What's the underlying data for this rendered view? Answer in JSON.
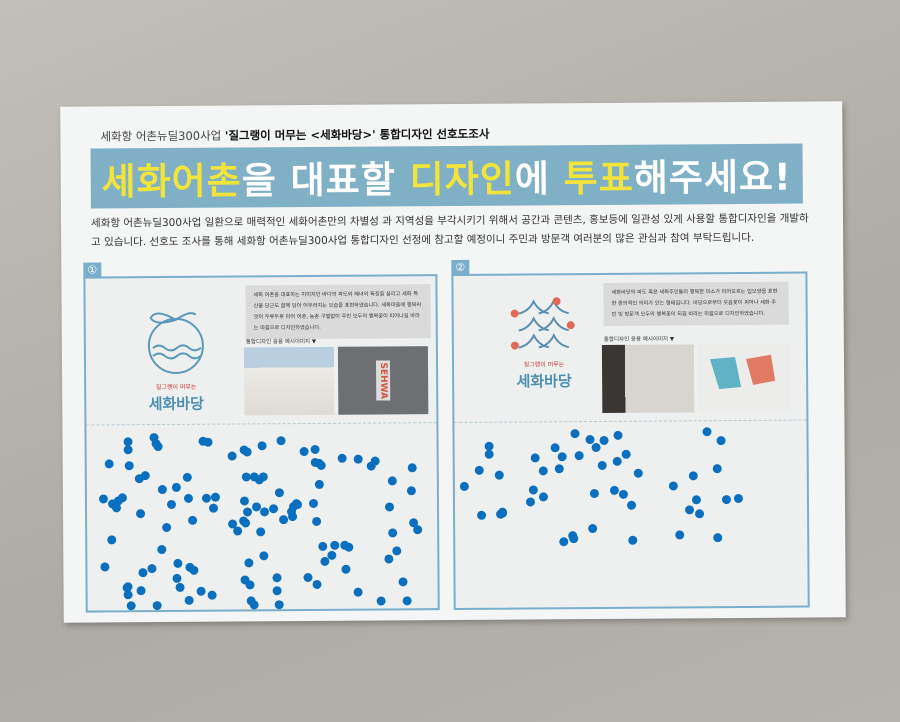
{
  "header": {
    "subtitle_prefix": "세화항 어촌뉴딜300사업",
    "subtitle_bold": "'질그랭이 머무는 <세화바당>' 통합디자인 선호도조사"
  },
  "banner": {
    "part1": "세화어촌",
    "part2": "을 대표할 ",
    "part3": "디자인",
    "part4": "에 ",
    "part5": "투표",
    "part6": "해주세요!"
  },
  "description": "세화항 어촌뉴딜300사업 일환으로 매력적인 세화어촌만의 차별성 과 지역성을 부각시키기 위해서 공간과 콘텐츠, 홍보등에 일관성 있게 사용할 통합디자인을 개발하고 있습니다. 선호도 조사를 통해 세화항 어촌뉴딜300사업 통합디자인 선정에 참고할 예정이니 주민과 방문객 여러분의 많은 관심과 참여 부탁드립니다.",
  "options": [
    {
      "number": "①",
      "logo_tag": "질그랭이 머무는",
      "logo_name": "세화바당",
      "info": "세화 어촌을 대표하는 이미지인 바다의 파도와 해녀의 특징을 살리고 세화 특산물 당근도 함께 담아 어우러지는 모습을 표현하였습니다. 세화마을에 행복씨앗이 두루두루 피어 어촌, 농촌 구별없이 주민 모두의 행복꽃이 피어나길 바라는 마음으로 디자인하였습니다.",
      "example_label": "통합디자인 응용 예시이미지 ▼",
      "photo_text": "SEHWA"
    },
    {
      "number": "②",
      "logo_tag": "질그랭이 머무는",
      "logo_name": "세화바당",
      "info": "세화바당의 파도 혹은 세화주민들의 행복한 미소가 피어오르는 입모양을 표현한 중의적인 의미가 있는 형태입니다. 바당으로부터 웃음꽃이 피어나 세화 주민 및 방문객 모두의 행복꽃이 되길 바라는 마음으로 디자인하였습니다.",
      "example_label": "통합디자인 응용 예시이미지 ▼"
    }
  ],
  "colors": {
    "banner": "#7fb0c6",
    "highlight": "#f2e43a",
    "dot": "#0a6fbf",
    "panel_border": "#7aaecb"
  }
}
